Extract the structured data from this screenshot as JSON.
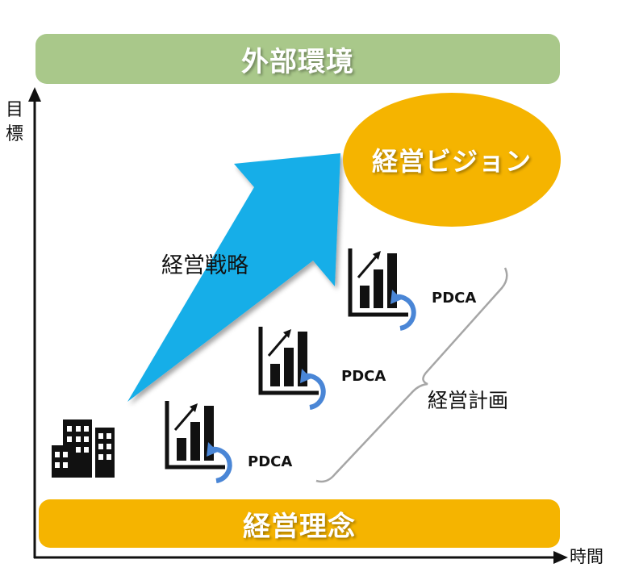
{
  "top_banner": {
    "label": "外部環境"
  },
  "bottom_banner": {
    "label": "経営理念"
  },
  "y_axis": {
    "label_chars": [
      "目",
      "標"
    ]
  },
  "x_axis": {
    "label": "時間"
  },
  "vision": {
    "label": "経営ビジョン"
  },
  "strategy": {
    "label": "経営戦略"
  },
  "plan": {
    "label": "経営計画"
  },
  "pdca_cycles": [
    {
      "label": "PDCA"
    },
    {
      "label": "PDCA"
    },
    {
      "label": "PDCA"
    }
  ],
  "colors": {
    "environment": "#a9c88a",
    "philosophy": "#f5b400",
    "vision": "#f5b400",
    "strategy_arrow": "#19aee8",
    "cycle": "#4a86d6",
    "ink": "#111111",
    "brace": "#a6a6a6"
  },
  "icons": {
    "company": "office-buildings-icon",
    "growth": "growth-chart-icon",
    "cycle": "cycle-arrow-icon"
  }
}
